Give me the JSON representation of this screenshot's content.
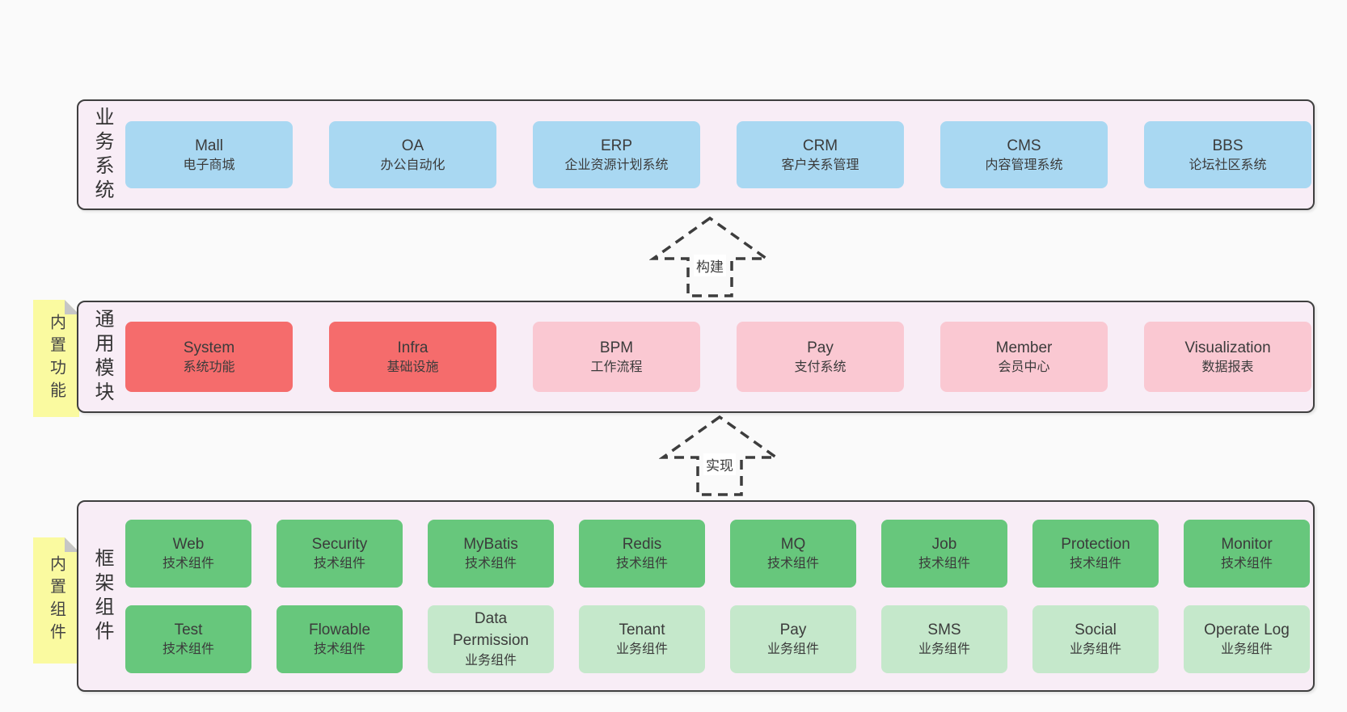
{
  "diagram": {
    "arrows": [
      {
        "label": "构建"
      },
      {
        "label": "实现"
      }
    ],
    "bands": [
      {
        "label": "业务系统",
        "boxes": [
          {
            "title": "Mall",
            "subtitle": "电子商城"
          },
          {
            "title": "OA",
            "subtitle": "办公自动化"
          },
          {
            "title": "ERP",
            "subtitle": "企业资源计划系统"
          },
          {
            "title": "CRM",
            "subtitle": "客户关系管理"
          },
          {
            "title": "CMS",
            "subtitle": "内容管理系统"
          },
          {
            "title": "BBS",
            "subtitle": "论坛社区系统"
          }
        ]
      },
      {
        "label": "通用模块",
        "sticky": "内置功能",
        "boxes": [
          {
            "title": "System",
            "subtitle": "系统功能"
          },
          {
            "title": "Infra",
            "subtitle": "基础设施"
          },
          {
            "title": "BPM",
            "subtitle": "工作流程"
          },
          {
            "title": "Pay",
            "subtitle": "支付系统"
          },
          {
            "title": "Member",
            "subtitle": "会员中心"
          },
          {
            "title": "Visualization",
            "subtitle": "数据报表"
          }
        ]
      },
      {
        "label": "框架组件",
        "sticky": "内置组件",
        "rows": [
          [
            {
              "title": "Web",
              "subtitle": "技术组件"
            },
            {
              "title": "Security",
              "subtitle": "技术组件"
            },
            {
              "title": "MyBatis",
              "subtitle": "技术组件"
            },
            {
              "title": "Redis",
              "subtitle": "技术组件"
            },
            {
              "title": "MQ",
              "subtitle": "技术组件"
            },
            {
              "title": "Job",
              "subtitle": "技术组件"
            },
            {
              "title": "Protection",
              "subtitle": "技术组件"
            },
            {
              "title": "Monitor",
              "subtitle": "技术组件"
            }
          ],
          [
            {
              "title": "Test",
              "subtitle": "技术组件"
            },
            {
              "title": "Flowable",
              "subtitle": "技术组件"
            },
            {
              "title": "Data\nPermission",
              "subtitle": "业务组件"
            },
            {
              "title": "Tenant",
              "subtitle": "业务组件"
            },
            {
              "title": "Pay",
              "subtitle": "业务组件"
            },
            {
              "title": "SMS",
              "subtitle": "业务组件"
            },
            {
              "title": "Social",
              "subtitle": "业务组件"
            },
            {
              "title": "Operate Log",
              "subtitle": "业务组件"
            }
          ]
        ]
      }
    ],
    "colors": {
      "page_bg": "#fafafa",
      "band_bg": "#f8edf6",
      "band_border": "#3f3f3f",
      "business_box": "#a9d8f2",
      "core_module_box": "#f56c6c",
      "optional_module_box": "#fac8d2",
      "tech_component_box": "#67c77c",
      "biz_component_box": "#c5e8cb",
      "sticky_note": "#fafaa0",
      "text": "#3b3b3b"
    }
  }
}
